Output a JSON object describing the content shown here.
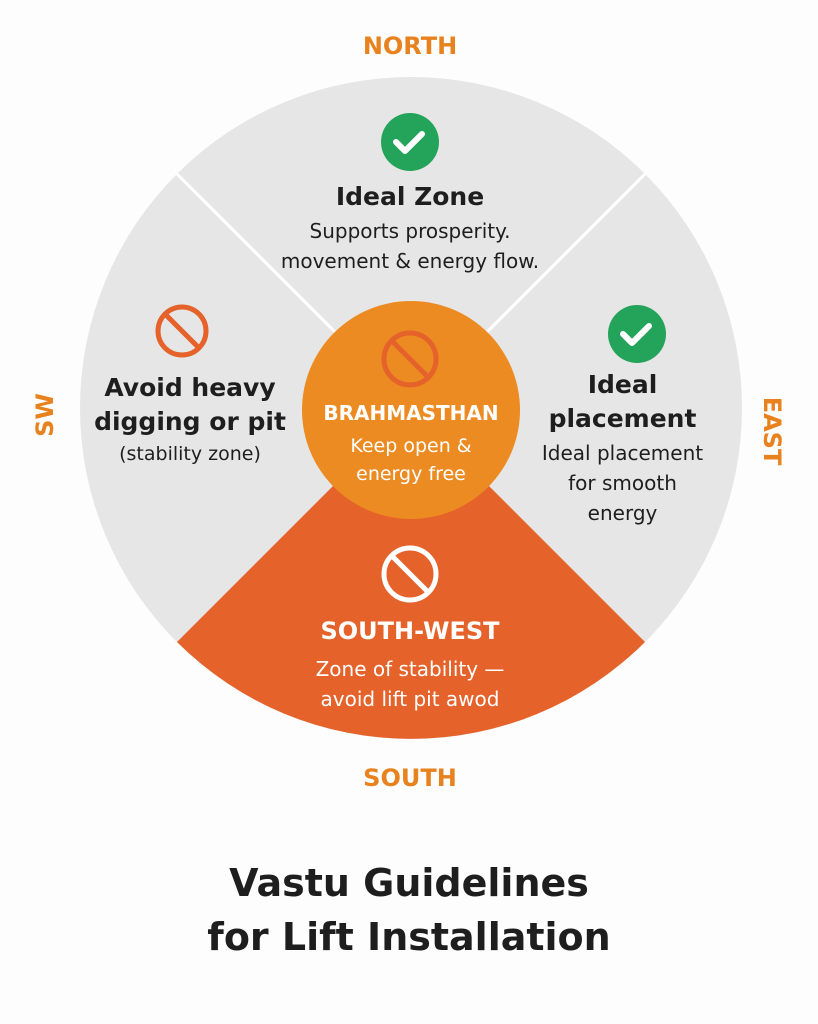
{
  "directions": {
    "north": "NORTH",
    "south": "SOUTH",
    "east": "EAST",
    "sw": "SW"
  },
  "zones": {
    "north": {
      "icon": "check-icon",
      "heading": "Ideal Zone",
      "line1": "Supports prosperity.",
      "line2": "movement & energy flow."
    },
    "west": {
      "icon": "prohibited-icon",
      "heading1": "Avoid heavy",
      "heading2": "digging or pit",
      "line1": "(stability zone)"
    },
    "east": {
      "icon": "check-icon",
      "heading1": "Ideal",
      "heading2": "placement",
      "line1": "Ideal placement",
      "line2": "for smooth",
      "line3": "energy"
    },
    "center": {
      "icon": "prohibited-icon",
      "heading": "BRAHMASTHAN",
      "line1": "Keep open &",
      "line2": "energy free"
    },
    "southwest": {
      "icon": "prohibited-icon",
      "heading": "SOUTH-WEST",
      "line1": "Zone of stability —",
      "line2": "avoid lift pit awod"
    }
  },
  "title": {
    "line1": "Vastu Guidelines",
    "line2": "for Lift Installation"
  },
  "colors": {
    "grey": "#e6e6e6",
    "orange_wedge": "#e5622a",
    "orange_center": "#eb8b22",
    "green": "#24a35a",
    "label": "#e8821e"
  }
}
